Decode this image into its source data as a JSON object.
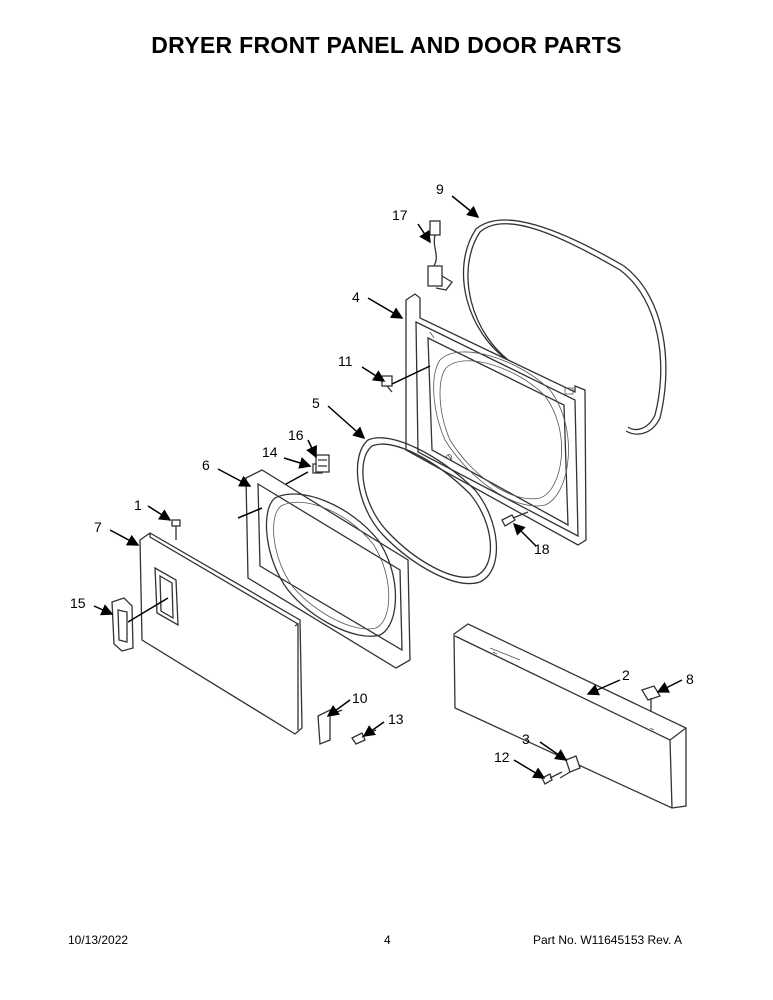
{
  "header": {
    "title": "DRYER FRONT PANEL AND DOOR PARTS"
  },
  "callouts": [
    "1",
    "2",
    "3",
    "4",
    "5",
    "6",
    "7",
    "8",
    "9",
    "10",
    "11",
    "12",
    "13",
    "14",
    "15",
    "16",
    "17",
    "18"
  ],
  "footer": {
    "date": "10/13/2022",
    "page": "4",
    "part_label": "Part No.  W11645153  Rev.  A"
  }
}
